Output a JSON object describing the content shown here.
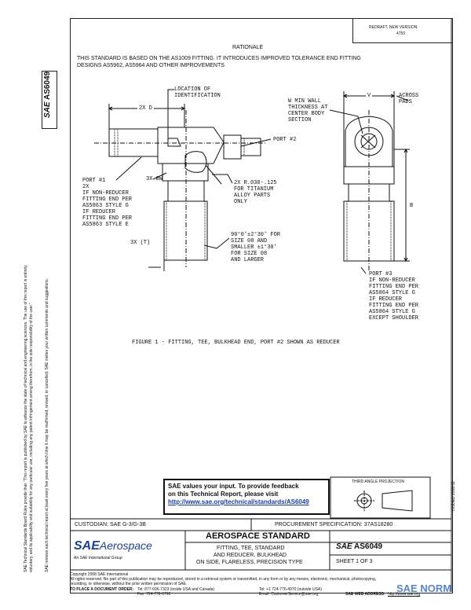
{
  "header": {
    "stamp_line1": "REDRAFT, NEW VERSION",
    "stamp_line2": "4750"
  },
  "rationale": {
    "heading": "RATIONALE",
    "line1": "THIS STANDARD IS BASED ON THE AS1009 FITTING.  IT INTRODUCES IMPROVED TOLERANCE END FITTING",
    "line2": "DESIGNS AS5962, AS5964 AND OTHER IMPROVEMENTS"
  },
  "side": {
    "doc_number": "AS6049",
    "sae_mark": "SAE",
    "legal_line1": "SAE Technical Standards Board Rules provide that: \"This report is published by SAE to advance the state of technical and engineering sciences. The use of this report is entirely",
    "legal_line2": "voluntary, and its applicability and suitability for any particular use, including any patent infringement arising therefrom, is the sole responsibility of the user.\"",
    "legal_line3": "SAE reviews each technical report at least every five years at which time it may be reaffirmed, revised, or cancelled. SAE invites your written comments and suggestions.",
    "right_vertical": "ISSUED 2008-11"
  },
  "drawing": {
    "location_label": "LOCATION OF\nIDENTIFICATION",
    "two_x_d": "2X  D",
    "port2_label": "PORT #2",
    "three_x_w": "3X ØW",
    "port1_label": "PORT #1\n2X\nIF NON-REDUCER\nFITTING END PER\nAS5863 STYLE G\nIF REDUCER\nFITTING END PER\nAS5863 STYLE E",
    "three_x_t": "3X (T)",
    "radius_note": "2X R.030-.125\nFOR TITANIUM\nALLOY PARTS\nONLY",
    "angle_note": "90°0'±2°30' FOR\nSIZE 08 AND\nSMALLER ±1°30'\nFOR SIZE 08\nAND LARGER",
    "wall_note": "W MIN WALL\nTHICKNESS AT\nCENTER BODY\nSECTION",
    "v_label": "V",
    "across_pads": "ACROSS\nPADS",
    "b_label": "B",
    "port3_label": "PORT #3\nIF NON-REDUCER\nFITTING END PER\nAS5864 STYLE G\nIF REDUCER\nFITTING END PER\nAS5864 STYLE G\nEXCEPT SHOULDER",
    "figure_caption": "FIGURE 1 - FITTING, TEE, BULKHEAD END, PORT #2 SHOWN AS REDUCER"
  },
  "feedback": {
    "line1": "SAE values your input. To provide feedback",
    "line2": "on this Technical Report, please visit",
    "url": "http://www.sae.org/technical/standards/AS6049"
  },
  "projection_label": "THIRD ANGLE PROJECTION",
  "titleblock": {
    "custodian": "CUSTODIAN:  SAE G-3/G-3B",
    "procurement": "PROCUREMENT SPECIFICATION: 37AS18280",
    "logo_sae": "SAE",
    "logo_aerospace": "Aerospace",
    "logo_tagline": "An SAE International Group",
    "standard_heading": "AEROSPACE STANDARD",
    "title_line1": "FITTING, TEE, STANDARD",
    "title_line2": "AND REDUCER, BULKHEAD",
    "title_line3": "ON SIDE, FLARELESS, PRECISION TYPE",
    "doc_mark": "SAE",
    "doc_number": "AS6049",
    "sheet": "SHEET 1 OF 3"
  },
  "footer": {
    "copyright": "Copyright 2008 SAE International",
    "rights1": "All rights reserved. No part of this publication may be reproduced, stored in a retrieval system or transmitted, in any form or by any means, electronic, mechanical, photocopying,",
    "rights2": "recording, or otherwise, without the prior written permission of SAE.",
    "order_label": "TO PLACE A DOCUMENT ORDER:",
    "tel1": "Tel: 877-606-7323 (inside USA and Canada)",
    "fax": "Fax: 724-776-0790",
    "tel2": "Tel: +1 724-776-4970 (outside USA)",
    "email": "Email: CustomerService@sae.org",
    "web_label": "SAE WEB ADDRESS:",
    "web_url": "http://www.sae.org",
    "watermark": "SAE NORM"
  }
}
